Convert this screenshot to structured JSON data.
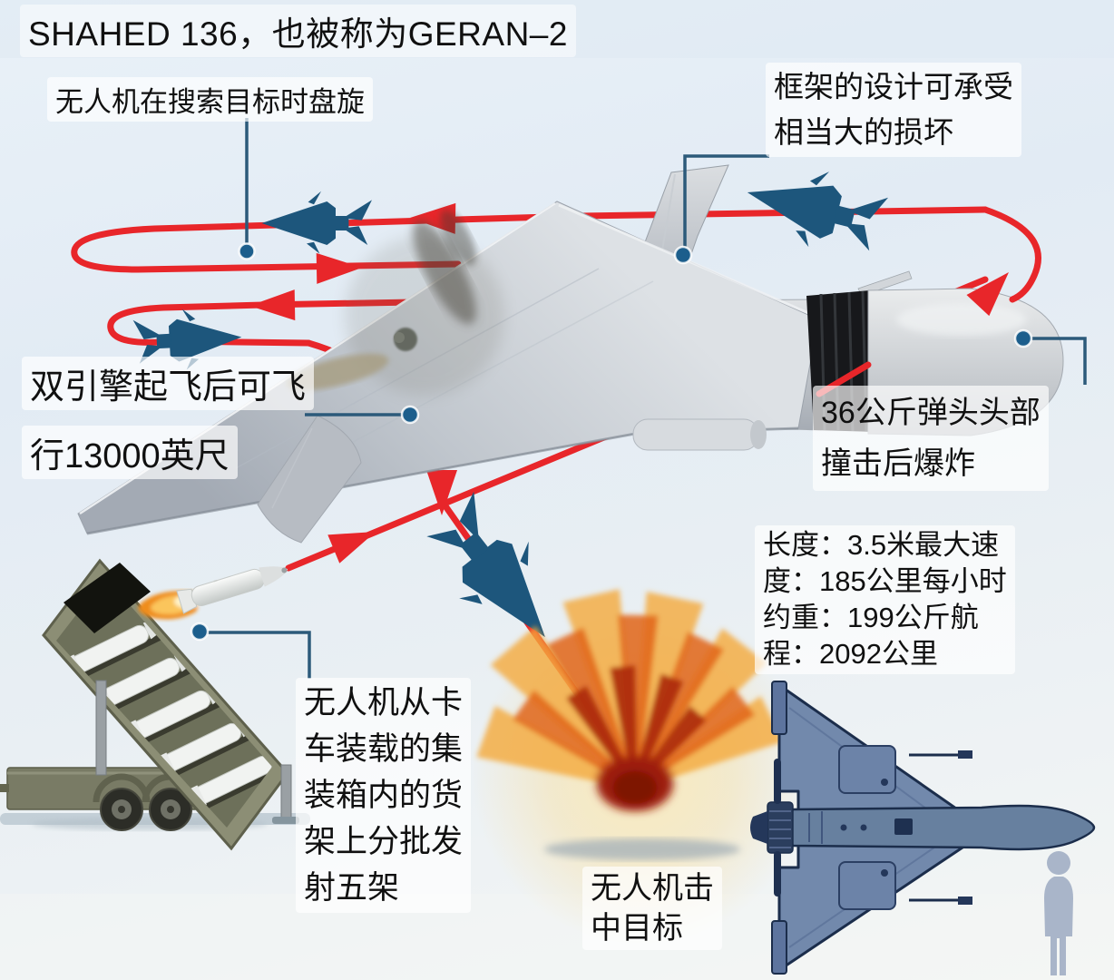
{
  "title": "SHAHED 136，也被称为GERAN–2",
  "callouts": {
    "loiter": {
      "text": "无人机在搜索目标时盘旋"
    },
    "frame": {
      "line1": "框架的设计可承受",
      "line2": "相当大的损坏"
    },
    "engine": {
      "line1": "双引擎起飞后可飞",
      "line2": "行13000英尺"
    },
    "warhead": {
      "line1": "36公斤弹头头部",
      "line2": "撞击后爆炸"
    },
    "launch": {
      "line1": "无人机从卡",
      "line2": "车装载的集",
      "line3": "装箱内的货",
      "line4": "架上分批发",
      "line5": "射五架"
    },
    "impact": {
      "line1": "无人机击",
      "line2": "中目标"
    }
  },
  "specs": {
    "line1": "长度：3.5米最大速",
    "line2": "度：185公里每小时",
    "line3": "约重：199公斤航",
    "line4": "程：2092公里"
  },
  "colors": {
    "path_red": "#e8262a",
    "silhouette_navy": "#1d567c",
    "leader_blue": "#2c5a7a",
    "dot_fill": "#1c5e8c",
    "text": "#101010"
  }
}
